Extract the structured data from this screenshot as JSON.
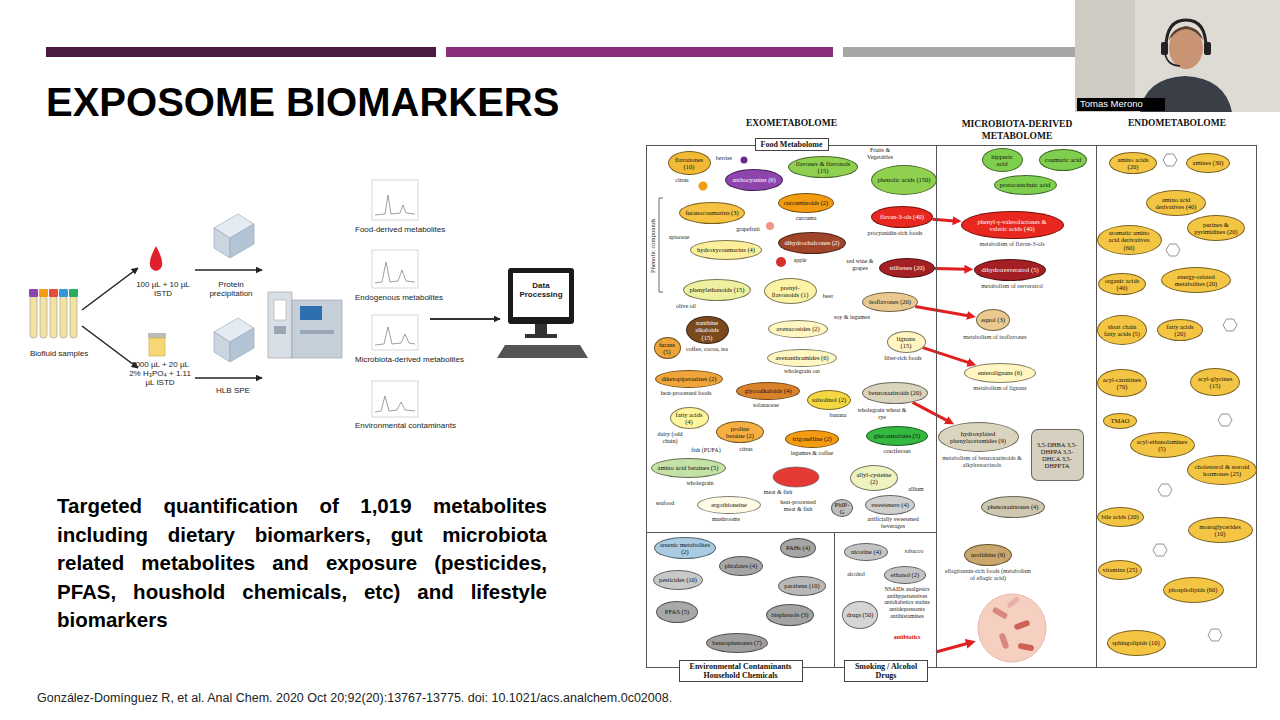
{
  "diagram": {
    "title": "EXPOSOME BIOMARKERS",
    "nodes": [
      {
        "text": [
          "EXOMETABOLOME"
        ]
      },
      {
        "text": [
          "Food Metabolome"
        ],
        "in": 0
      },
      {
        "text": [
          "flavanones (10)"
        ],
        "in": 1
      },
      {
        "text": [
          "anthocyanins (6)"
        ],
        "in": 1
      },
      {
        "text": [
          "flavones & flavonols (15)"
        ],
        "in": 1
      },
      {
        "text": [
          "phenolic acids (150)"
        ],
        "in": 1
      },
      {
        "text": [
          "furanocoumarins (3)"
        ],
        "in": 1
      },
      {
        "text": [
          "curcuminoids (2)"
        ],
        "in": 1
      },
      {
        "text": [
          "hydroxycoumarins (4)"
        ],
        "in": 1
      },
      {
        "text": [
          "dihydrochalcones (2)"
        ],
        "in": 1
      },
      {
        "text": [
          "flavan-3-ols (40)"
        ],
        "in": 1
      },
      {
        "text": [
          "stilbenes (20)"
        ],
        "in": 1
      },
      {
        "text": [
          "phenylethanoids (15)"
        ],
        "in": 1
      },
      {
        "text": [
          "prenyl-flavonoids (1)"
        ],
        "in": 1
      },
      {
        "text": [
          "isoflavones (20)"
        ],
        "in": 1
      },
      {
        "text": [
          "xanthine alkaloids (15)"
        ],
        "in": 1
      },
      {
        "text": [
          "avenacosides (2)"
        ],
        "in": 1
      },
      {
        "text": [
          "lignans (15)"
        ],
        "in": 1
      },
      {
        "text": [
          "furans (5)"
        ],
        "in": 1
      },
      {
        "text": [
          "avenanthramides (6)"
        ],
        "in": 1
      },
      {
        "text": [
          "diketopiperazines (2)"
        ],
        "in": 1
      },
      {
        "text": [
          "glycoalkaloids (4)"
        ],
        "in": 1
      },
      {
        "text": [
          "salsolinol (2)"
        ],
        "in": 1
      },
      {
        "text": [
          "benzoxazinoids (20)"
        ],
        "in": 1
      },
      {
        "text": [
          "fatty acids (4)"
        ],
        "in": 1
      },
      {
        "text": [
          "proline betaine (2)"
        ],
        "in": 1
      },
      {
        "text": [
          "trigonelline (2)"
        ],
        "in": 1
      },
      {
        "text": [
          "glucosinolates (5)"
        ],
        "in": 1
      },
      {
        "text": [
          "amino acid betaines (5)"
        ],
        "in": 1
      },
      {
        "text": [
          "allyl-cysteine (2)"
        ],
        "in": 1
      },
      {
        "text": [
          "ergothioneine"
        ],
        "in": 1
      },
      {
        "text": [
          "PhIP-G"
        ],
        "in": 1
      },
      {
        "text": [
          "sweeteners (4)"
        ],
        "in": 1
      },
      {
        "text": [
          "Environmental Contaminants Household Chemicals"
        ],
        "in": 0
      },
      {
        "text": [
          "arsenic metabolites (2)"
        ],
        "in": 33
      },
      {
        "text": [
          "PAHs (4)"
        ],
        "in": 33
      },
      {
        "text": [
          "phtalates (4)"
        ],
        "in": 33
      },
      {
        "text": [
          "pesticides (10)"
        ],
        "in": 33
      },
      {
        "text": [
          "parabens (10)"
        ],
        "in": 33
      },
      {
        "text": [
          "PFAS (5)"
        ],
        "in": 33
      },
      {
        "text": [
          "bisphenols (3)"
        ],
        "in": 33
      },
      {
        "text": [
          "benzophenones (7)"
        ],
        "in": 33
      },
      {
        "text": [
          "Smoking / Alcohol Drugs"
        ],
        "in": 0
      },
      {
        "text": [
          "nicotine (4)"
        ],
        "in": 42
      },
      {
        "text": [
          "ethanol (2)"
        ],
        "in": 42
      },
      {
        "text": [
          "drugs (50)"
        ],
        "in": 42
      },
      {
        "text": [
          "MICROBIOTA-DERIVED METABOLOME"
        ]
      },
      {
        "text": [
          "hippuric acid"
        ],
        "in": 46
      },
      {
        "text": [
          "coumaric acid"
        ],
        "in": 46
      },
      {
        "text": [
          "protocatechuic acid"
        ],
        "in": 46
      },
      {
        "text": [
          "phenyl-γ-valerolactones & valeric acids (40)"
        ],
        "in": 46
      },
      {
        "text": [
          "dihydroresveratrol (5)"
        ],
        "in": 46
      },
      {
        "text": [
          "equol (3)"
        ],
        "in": 46
      },
      {
        "text": [
          "enterolignans (6)"
        ],
        "in": 46
      },
      {
        "text": [
          "hydroxylated phenylacetamides (9)"
        ],
        "in": 46
      },
      {
        "text": [
          "3,5-DHBA 3,5-DHPPA 3,5-DHCA 3,5-DHPPTA"
        ],
        "in": 46
      },
      {
        "text": [
          "phenoxazinones (4)"
        ],
        "in": 46
      },
      {
        "text": [
          "urolithins (9)"
        ],
        "in": 46
      },
      {
        "text": [
          "ENDOMETABOLOME"
        ]
      },
      {
        "text": [
          "amino acids (20)"
        ],
        "in": 58
      },
      {
        "text": [
          "amines (30)"
        ],
        "in": 58
      },
      {
        "text": [
          "amino acid derivatives (40)"
        ],
        "in": 58
      },
      {
        "text": [
          "purines & pyrimidines (20)"
        ],
        "in": 58
      },
      {
        "text": [
          "aromatic amino acid derivatives (60)"
        ],
        "in": 58
      },
      {
        "text": [
          "energy-related metabolites (20)"
        ],
        "in": 58
      },
      {
        "text": [
          "organic acids (40)"
        ],
        "in": 58
      },
      {
        "text": [
          "short chain fatty acids (5)"
        ],
        "in": 58
      },
      {
        "text": [
          "fatty acids (20)"
        ],
        "in": 58
      },
      {
        "text": [
          "acyl-carnitines (70)"
        ],
        "in": 58
      },
      {
        "text": [
          "acyl-glycines (15)"
        ],
        "in": 58
      },
      {
        "text": [
          "TMAO"
        ],
        "in": 58
      },
      {
        "text": [
          "acyl-ethanolamines (5)"
        ],
        "in": 58
      },
      {
        "text": [
          "cholesterol & steroid hormones (25)"
        ],
        "in": 58
      },
      {
        "text": [
          "bile acids (20)"
        ],
        "in": 58
      },
      {
        "text": [
          "monoglycerides (10)"
        ],
        "in": 58
      },
      {
        "text": [
          "vitamins (25)"
        ],
        "in": 58
      },
      {
        "text": [
          "phospholipids (60)"
        ],
        "in": 58
      },
      {
        "text": [
          "sphingolipids (10)"
        ],
        "in": 58
      }
    ],
    "edges": [
      {
        "from": 10,
        "to": 50,
        "arrow": "to"
      },
      {
        "from": 11,
        "to": 51,
        "arrow": "to"
      },
      {
        "from": 14,
        "to": 52,
        "arrow": "to"
      },
      {
        "from": 17,
        "to": 53,
        "arrow": "to"
      },
      {
        "from": 23,
        "to": 54,
        "arrow": "to"
      }
    ],
    "labels": [
      "100 µL + 10 µL ISTD",
      "1000 µL + 20 µL 2% H₃PO₄ + 1.11 µL ISTD",
      "Biofluid samples",
      "Protein precipitation",
      "HLB SPE",
      "Food-derived metabolites",
      "Endogenous metabolites",
      "Microbiota-derived metabolites",
      "Environmental contaminants",
      "Data Processing",
      "Targeted quantification of 1,019 metabolites including dietary biomarkers, gut microbiota related metabolites and exposure (pesticides, PFAS, houshold chemicals, etc) and lifestyle biomarkers",
      "González-Domínguez R, et al. Anal Chem. 2020 Oct 20;92(20):13767-13775. doi: 10.1021/acs.analchem.0c02008.",
      "Tomas Merono",
      "Phenolic compounds",
      "berries",
      "citrus",
      "Fruits & Vegetables",
      "grapefruit",
      "curcuma",
      "apiaceae",
      "apple",
      "procyanidin-rich foods",
      "red wine & grapes",
      "olive oil",
      "beer",
      "soy & legumes",
      "coffee, cocoa, tea",
      "fiber-rich foods",
      "wholegrain oat",
      "heat-processed foods",
      "solanaceae",
      "banana",
      "wholegrain wheat & rye",
      "dairy (odd chain)",
      "fish (PUFA)",
      "citrus",
      "legumes & coffee",
      "cruciferous",
      "wholegrain",
      "meat & fish",
      "allium",
      "seafood",
      "mushrooms",
      "heat-processed meat & fish",
      "artificially sweetened beverages",
      "tobacco",
      "alcohol",
      "NSAIDs analgesics antihypertensives antidiabetics statins antidepressants antihistamines",
      "antibiotics",
      "metabolism of flavan-3-ols",
      "metabolism of resveratrol",
      "metabolism of isoflavones",
      "metabolism of lignans",
      "metabolism of benzoxazinoids & alkylresorcinols",
      "ellagitannin-rich foods (metabolism of ellagic acid)"
    ]
  }
}
